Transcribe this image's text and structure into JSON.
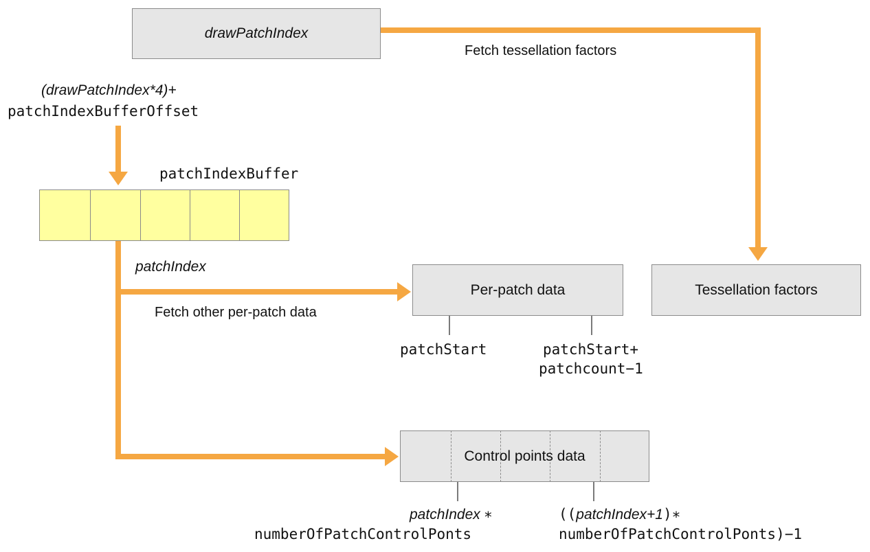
{
  "colors": {
    "arrow": "#f5a742",
    "buffer_fill": "#ffff9f",
    "box_fill": "#e6e6e6",
    "box_border": "#8a8a8a"
  },
  "boxes": {
    "draw_patch_index": "drawPatchIndex",
    "per_patch_data": "Per-patch data",
    "tessellation_factors": "Tessellation factors",
    "control_points_data": "Control points data"
  },
  "labels": {
    "fetch_tessellation": "Fetch tessellation factors",
    "offset_expr_line1": "(drawPatchIndex*4)+",
    "offset_expr_line2": "patchIndexBufferOffset",
    "buffer_name": "patchIndexBuffer",
    "patch_index": "patchIndex",
    "fetch_other": "Fetch other per-patch data",
    "patch_start": "patchStart",
    "patch_end_line1": "patchStart+",
    "patch_end_line2": "patchcount−1",
    "cp_start_italic": "patchIndex",
    "cp_start_op": "∗",
    "cp_start_line2": "numberOfPatchControlPonts",
    "cp_end_prefix": "((",
    "cp_end_italic": "patchIndex+1",
    "cp_end_suffix": ")∗",
    "cp_end_line2": "numberOfPatchControlPonts)−1"
  }
}
